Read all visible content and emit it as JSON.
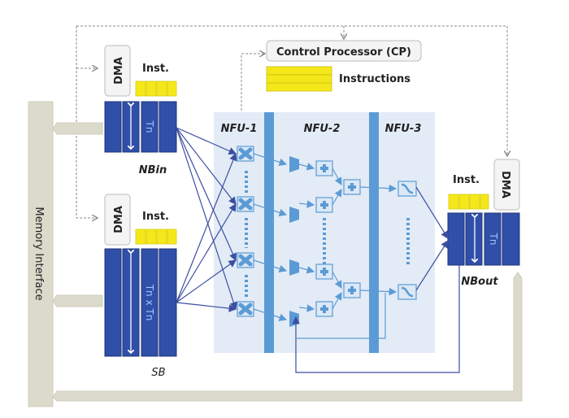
{
  "diagram": {
    "title": "DianNao accelerator block diagram",
    "memory_interface": {
      "label": "Memory Interface"
    },
    "control_processor": {
      "label": "Control Processor (CP)",
      "instructions_label": "Instructions"
    },
    "buffers": [
      {
        "id": "nbin",
        "name": "NBin",
        "dim_label": "Tn",
        "dma_label": "DMA",
        "inst_label": "Inst."
      },
      {
        "id": "sb",
        "name": "SB",
        "dim_label": "Tn x Tn",
        "dma_label": "DMA",
        "inst_label": "Inst."
      },
      {
        "id": "nbout",
        "name": "NBout",
        "dim_label": "Tn",
        "dma_label": "DMA",
        "inst_label": "Inst."
      }
    ],
    "nfu_stages": [
      {
        "label": "NFU-1",
        "op": "multiply"
      },
      {
        "label": "NFU-2",
        "op": "add-tree"
      },
      {
        "label": "NFU-3",
        "op": "sigmoid"
      }
    ],
    "colors": {
      "buffer_blue": "#2f4fa8",
      "nfu_panel": "#e3ebf6",
      "nfu_bar": "#5b9bd5",
      "unit_blue": "#5b9bd5",
      "wire": "#3d4fa0",
      "instruction_yellow": "#f4e81a",
      "memory_beige": "#dcdacb",
      "dashed": "#8a8a8a"
    }
  }
}
